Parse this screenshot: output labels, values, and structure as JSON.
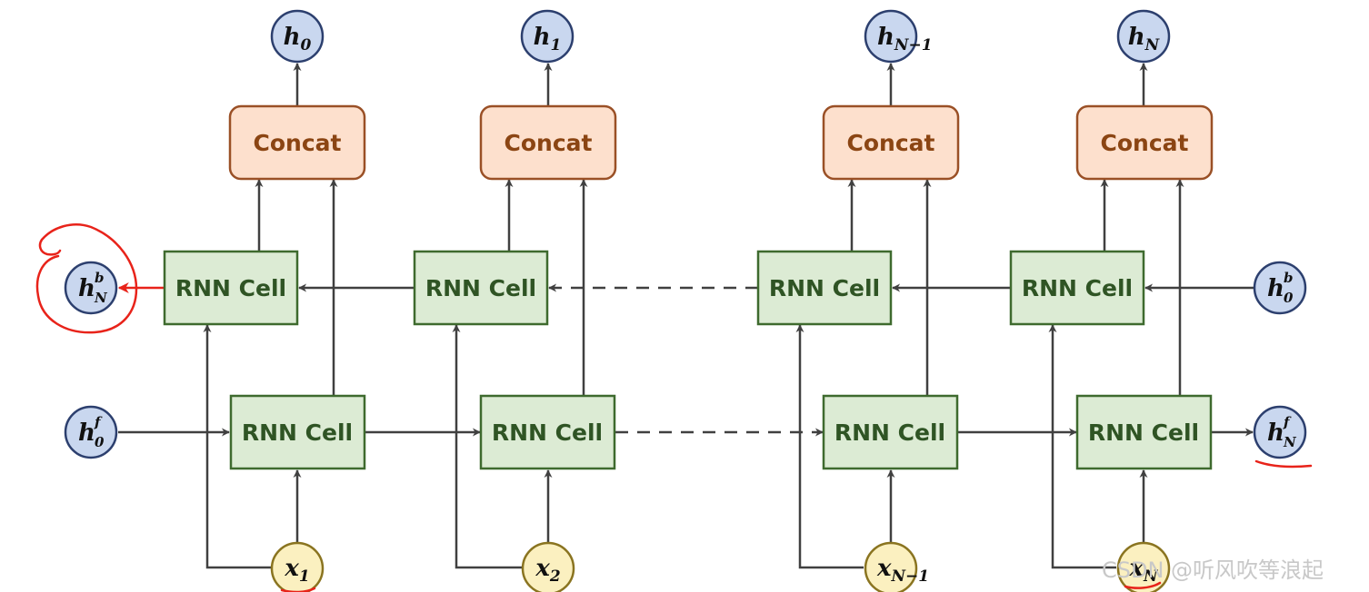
{
  "colors": {
    "concat_fill": "#fde0cd",
    "concat_stroke": "#9a5026",
    "concat_text": "#8b4513",
    "cell_fill": "#dcebd4",
    "cell_stroke": "#3e6a2e",
    "cell_text": "#2f5424",
    "h_node_fill": "#c9d7ef",
    "h_node_stroke": "#2c3f6e",
    "x_node_fill": "#fbf0c0",
    "x_node_stroke": "#8a7420",
    "arrow": "#404040",
    "highlight": "#e8231a"
  },
  "labels": {
    "concat": "Concat",
    "rnn_cell": "RNN Cell"
  },
  "outputs": [
    {
      "base": "h",
      "sub": "0"
    },
    {
      "base": "h",
      "sub": "1"
    },
    {
      "base": "h",
      "sub": "N−1"
    },
    {
      "base": "h",
      "sub": "N"
    }
  ],
  "inputs": [
    {
      "base": "x",
      "sub": "1"
    },
    {
      "base": "x",
      "sub": "2"
    },
    {
      "base": "x",
      "sub": "N−1"
    },
    {
      "base": "x",
      "sub": "N"
    }
  ],
  "states": {
    "backward_final": {
      "base": "h",
      "sub": "N",
      "sup": "b"
    },
    "backward_init": {
      "base": "h",
      "sub": "0",
      "sup": "b"
    },
    "forward_init": {
      "base": "h",
      "sub": "0",
      "sup": "f"
    },
    "forward_final": {
      "base": "h",
      "sub": "N",
      "sup": "f"
    }
  },
  "watermark": "CSDN @听风吹等浪起"
}
